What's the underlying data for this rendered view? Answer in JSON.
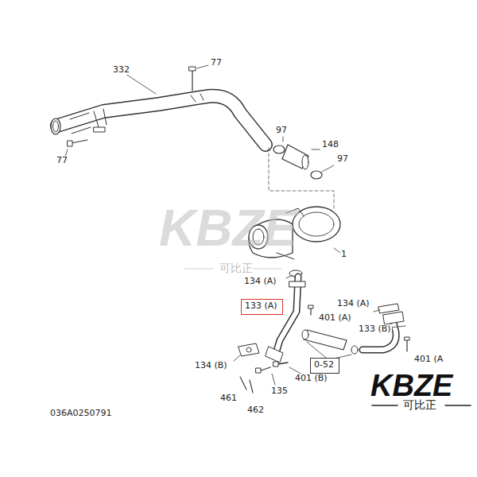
{
  "diagram": {
    "nodes": [
      {
        "text": [
          "133 (A)"
        ]
      },
      {
        "text": [
          "0-52"
        ]
      }
    ],
    "labels": [
      "332",
      "77",
      "77",
      "97",
      "148",
      "97",
      "1",
      "134 (A)",
      "401 (A)",
      "134 (A)",
      "133 (B)",
      "401 (A",
      "134 (B)",
      "135",
      "401 (B)",
      "461",
      "462",
      "036A0250791",
      "KBZE",
      "可比正",
      "KBZE",
      "可比正"
    ]
  }
}
